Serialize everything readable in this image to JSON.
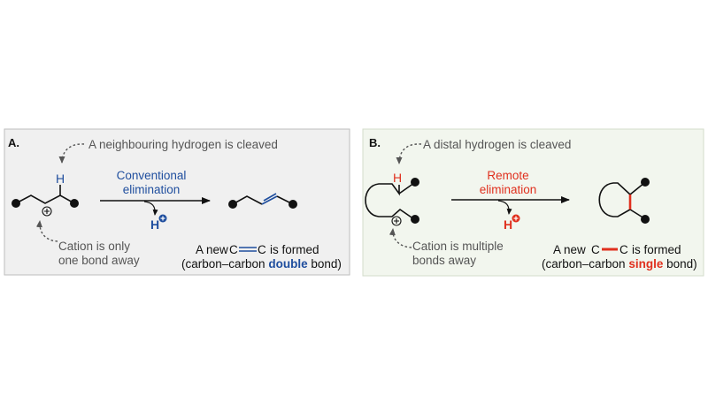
{
  "colors": {
    "blue": "#1f4e9e",
    "red": "#e0301e",
    "panel_a_bg": "#f0f0f0",
    "panel_b_bg": "#f2f6ee"
  },
  "panel_a": {
    "label": "A.",
    "hydrogen_note": "A neighbouring hydrogen is cleaved",
    "hydrogen": "H",
    "cation_note_line1": "Cation is only",
    "cation_note_line2": "one bond away",
    "arrow_label_line1": "Conventional",
    "arrow_label_line2": "elimination",
    "proton": "H",
    "result_prefix": "A new",
    "result_c1": "C",
    "result_c2": "C",
    "result_suffix": "is formed",
    "result_line2_pre": "(carbon–carbon",
    "result_line2_emph": "double",
    "result_line2_post": "bond)"
  },
  "panel_b": {
    "label": "B.",
    "hydrogen_note": "A distal hydrogen is cleaved",
    "hydrogen": "H",
    "cation_note_line1": "Cation is multiple",
    "cation_note_line2": "bonds away",
    "arrow_label_line1": "Remote",
    "arrow_label_line2": "elimination",
    "proton": "H",
    "result_prefix": "A new",
    "result_c1": "C",
    "result_c2": "C",
    "result_suffix": "is formed",
    "result_line2_pre": "(carbon–carbon",
    "result_line2_emph": "single",
    "result_line2_post": "bond)"
  }
}
